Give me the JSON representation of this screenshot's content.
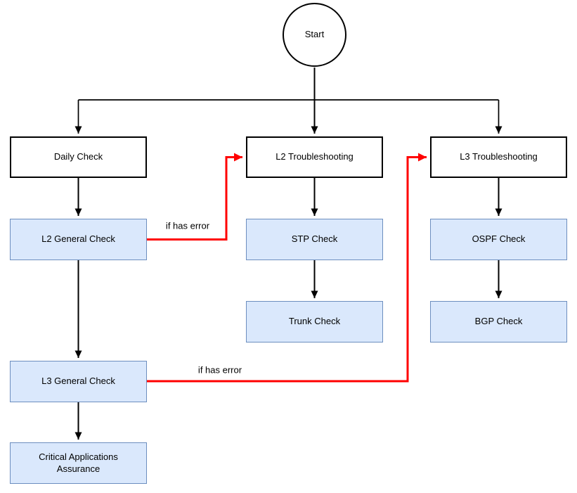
{
  "diagram": {
    "nodes": {
      "start": {
        "label": "Start"
      },
      "daily_check": {
        "label": "Daily Check"
      },
      "l2_troubleshooting": {
        "label": "L2 Troubleshooting"
      },
      "l3_troubleshooting": {
        "label": "L3 Troubleshooting"
      },
      "l2_general_check": {
        "label": "L2 General Check"
      },
      "stp_check": {
        "label": "STP Check"
      },
      "ospf_check": {
        "label": "OSPF Check"
      },
      "trunk_check": {
        "label": "Trunk Check"
      },
      "bgp_check": {
        "label": "BGP Check"
      },
      "l3_general_check": {
        "label": "L3 General Check"
      },
      "critical_applications_assurance": {
        "label": "Critical Applications Assurance"
      }
    },
    "edge_labels": {
      "l2_error": "if has error",
      "l3_error": "if has error"
    },
    "colors": {
      "canvas_bg": "#ffffff",
      "node_fill": "#ffffff",
      "node_stroke": "#000000",
      "blue_node_fill": "#dae8fc",
      "blue_node_stroke": "#6c8ebf",
      "connector": "#000000",
      "error_connector": "#ff0000",
      "text": "#000000"
    }
  }
}
